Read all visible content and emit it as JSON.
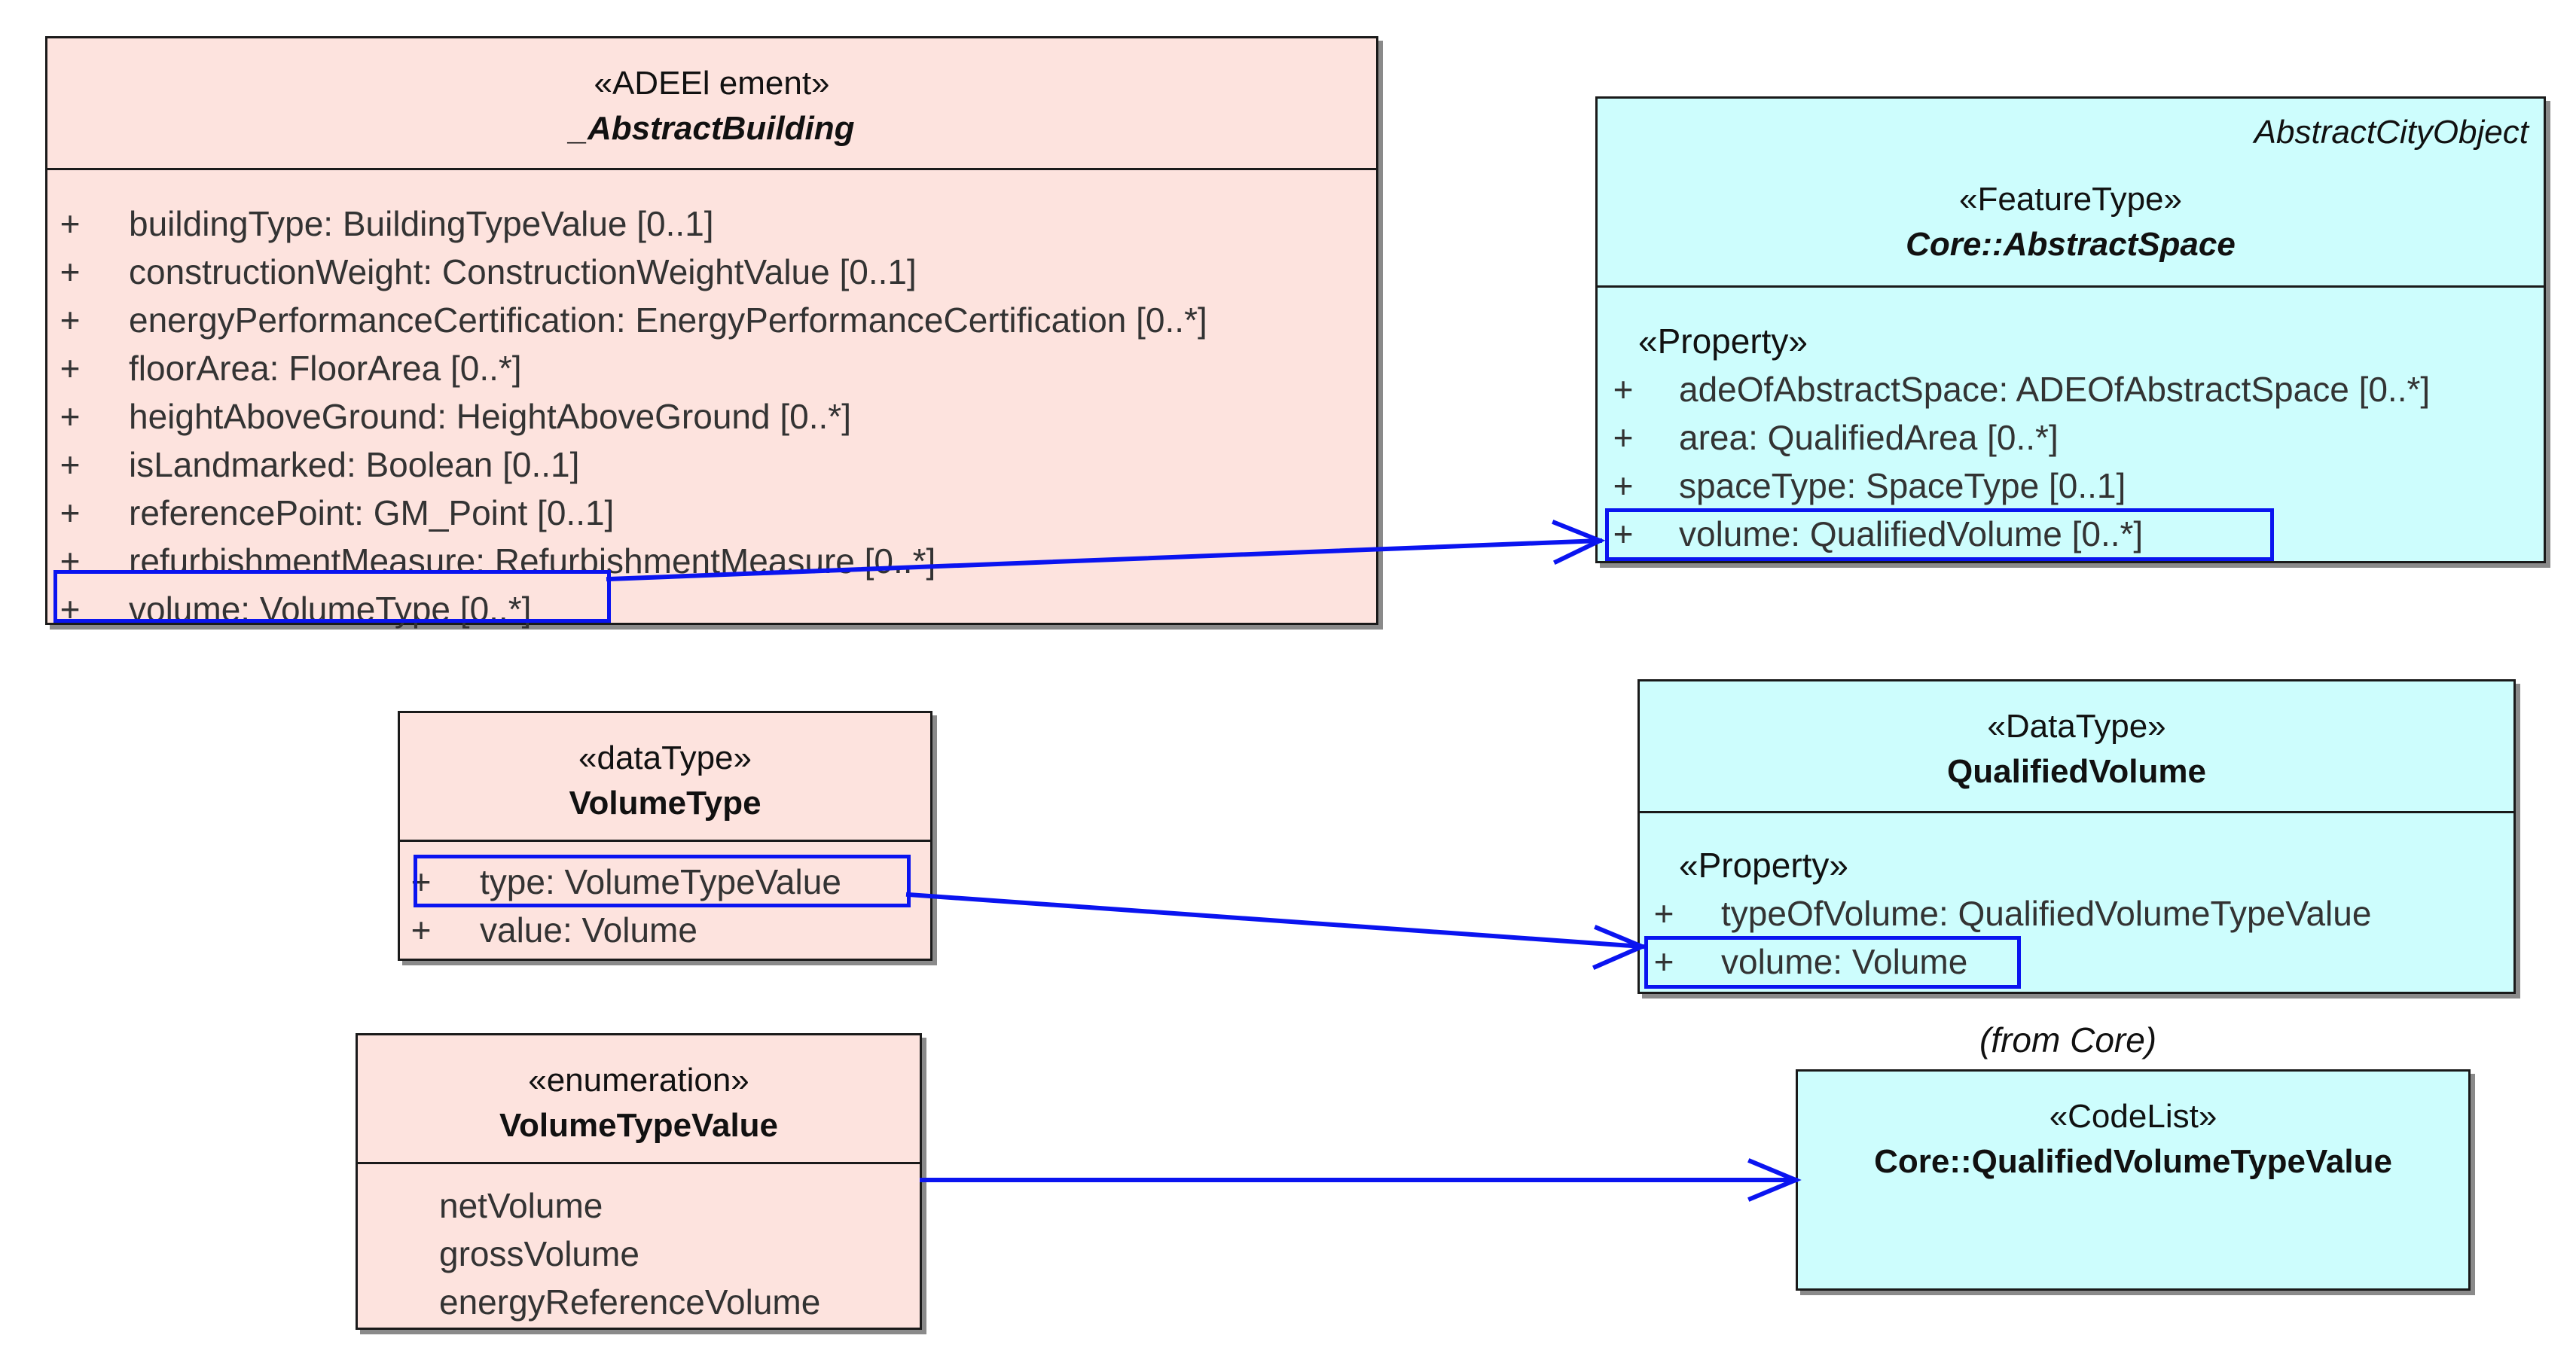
{
  "abstract_building": {
    "stereotype": "«ADEEl ement»",
    "name": "_AbstractBuilding",
    "attributes": [
      {
        "vis": "+",
        "text": "buildingType: BuildingTypeValue [0..1]"
      },
      {
        "vis": "+",
        "text": "constructionWeight: ConstructionWeightValue [0..1]"
      },
      {
        "vis": "+",
        "text": "energyPerformanceCertification: EnergyPerformanceCertification [0..*]"
      },
      {
        "vis": "+",
        "text": "floorArea: FloorArea [0..*]"
      },
      {
        "vis": "+",
        "text": "heightAboveGround: HeightAboveGround [0..*]"
      },
      {
        "vis": "+",
        "text": "isLandmarked: Boolean [0..1]"
      },
      {
        "vis": "+",
        "text": "referencePoint: GM_Point [0..1]"
      },
      {
        "vis": "+",
        "text": "refurbishmentMeasure: RefurbishmentMeasure [0..*]"
      },
      {
        "vis": "+",
        "text": "volume: VolumeType [0..*]"
      }
    ]
  },
  "abstract_space": {
    "parent": "AbstractCityObject",
    "stereotype": "«FeatureType»",
    "name": "Core::AbstractSpace",
    "property_label": "«Property»",
    "attributes": [
      {
        "vis": "+",
        "text": "adeOfAbstractSpace: ADEOfAbstractSpace [0..*]"
      },
      {
        "vis": "+",
        "text": "area: QualifiedArea [0..*]"
      },
      {
        "vis": "+",
        "text": "spaceType: SpaceType [0..1]"
      },
      {
        "vis": "+",
        "text": "volume: QualifiedVolume [0..*]"
      }
    ]
  },
  "volume_type": {
    "stereotype": "«dataType»",
    "name": "VolumeType",
    "attributes": [
      {
        "vis": "+",
        "text": "type: VolumeTypeValue"
      },
      {
        "vis": "+",
        "text": "value: Volume"
      }
    ]
  },
  "qualified_volume": {
    "stereotype": "«DataType»",
    "name": "QualifiedVolume",
    "property_label": "«Property»",
    "attributes": [
      {
        "vis": "+",
        "text": "typeOfVolume: QualifiedVolumeTypeValue"
      },
      {
        "vis": "+",
        "text": "volume: Volume"
      }
    ],
    "note": "(from Core)"
  },
  "volume_type_value": {
    "stereotype": "«enumeration»",
    "name": "VolumeTypeValue",
    "literals": [
      "netVolume",
      "grossVolume",
      "energyReferenceVolume"
    ]
  },
  "qualified_volume_type_value": {
    "stereotype": "«CodeList»",
    "name": "Core::QualifiedVolumeTypeValue"
  },
  "colors": {
    "ade_fill": "#fde3de",
    "core_fill": "#cdfdfd",
    "highlight": "#0a14f0"
  }
}
